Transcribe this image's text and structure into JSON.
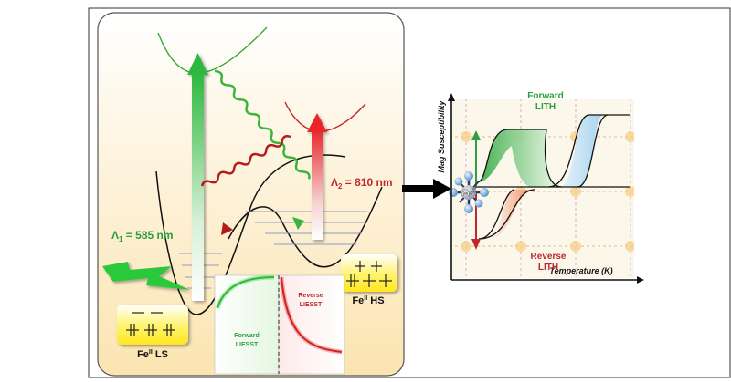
{
  "left_panel": {
    "lambda1": {
      "symbol": "Λ",
      "sub": "1",
      "text": " = 585 nm",
      "color": "#2e9e3e"
    },
    "lambda2": {
      "symbol": "Λ",
      "sub": "2",
      "text": " = 810 nm",
      "color": "#c0282c"
    },
    "ls_label": {
      "base": "Fe",
      "sup": "II",
      "suffix": " LS"
    },
    "hs_label": {
      "base": "Fe",
      "sup": "II",
      "suffix": " HS"
    },
    "forward_liesst": {
      "line1": "Forward",
      "line2": "LIESST",
      "color": "#2e9e3e"
    },
    "reverse_liesst": {
      "line1": "Reverse",
      "line2": "LIESST",
      "color": "#c0282c"
    }
  },
  "right_panel": {
    "ylabel": "Mag Susceptibility",
    "xlabel": "Temperature (K)",
    "forward_lith": {
      "line1": "Forward",
      "line2": "LITH",
      "color": "#2e9e3e"
    },
    "reverse_lith": {
      "line1": "Reverse",
      "line2": "LITH",
      "color": "#c0282c"
    },
    "complex_label": {
      "base": "Fe",
      "sup": "II"
    }
  },
  "colors": {
    "green": "#2e9e3e",
    "red": "#c0282c",
    "blue": "#8ec9ea",
    "yellow": "#ffee44",
    "panel_bg_top": "#ffffff",
    "panel_bg_bottom": "#fbe6b8"
  }
}
